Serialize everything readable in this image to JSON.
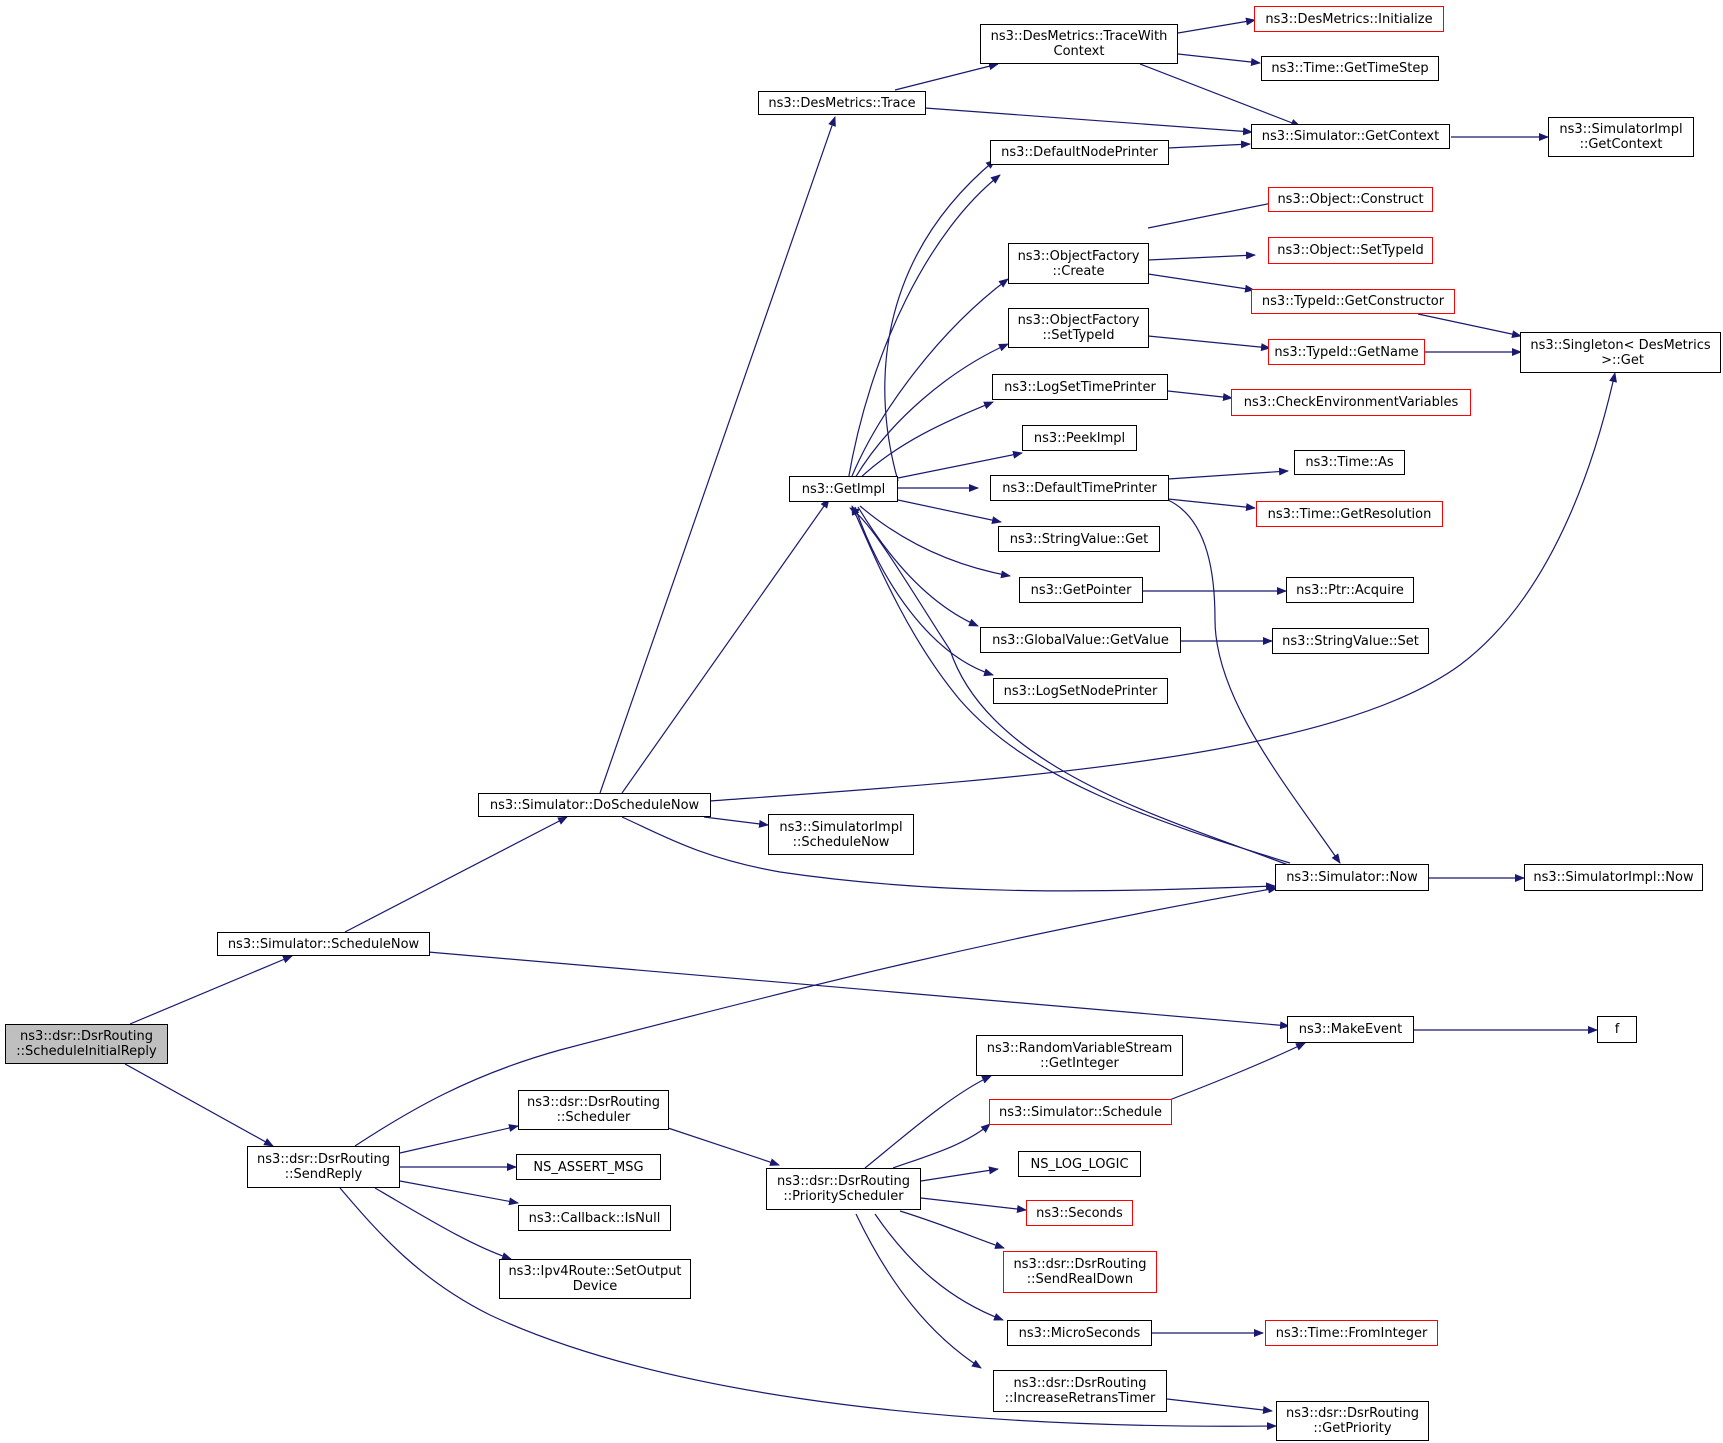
{
  "diagram": {
    "colors": {
      "edge": "#191970",
      "node_border": "#000000",
      "truncated_border": "#ff0000",
      "root_fill": "#bfbfbf"
    },
    "nodes": {
      "root": "ns3::dsr::DsrRouting\n::ScheduleInitialReply",
      "simScheduleNow": "ns3::Simulator::ScheduleNow",
      "sendReply": "ns3::dsr::DsrRouting\n::SendReply",
      "doScheduleNow": "ns3::Simulator::DoScheduleNow",
      "desTrace": "ns3::DesMetrics::Trace",
      "traceWithContext": "ns3::DesMetrics::TraceWith\nContext",
      "desInit": "ns3::DesMetrics::Initialize",
      "timeStep": "ns3::Time::GetTimeStep",
      "getContext": "ns3::Simulator::GetContext",
      "implGetContext": "ns3::SimulatorImpl\n::GetContext",
      "defNodePrinter": "ns3::DefaultNodePrinter",
      "objConstruct": "ns3::Object::Construct",
      "ofCreate": "ns3::ObjectFactory\n::Create",
      "objSetTypeId": "ns3::Object::SetTypeId",
      "getConstructor": "ns3::TypeId::GetConstructor",
      "ofSetTypeId": "ns3::ObjectFactory\n::SetTypeId",
      "singletonGet": "ns3::Singleton< DesMetrics\n >::Get",
      "getName": "ns3::TypeId::GetName",
      "logSetTime": "ns3::LogSetTimePrinter",
      "checkEnv": "ns3::CheckEnvironmentVariables",
      "peekImpl": "ns3::PeekImpl",
      "getImpl": "ns3::GetImpl",
      "defTimePrinter": "ns3::DefaultTimePrinter",
      "timeAs": "ns3::Time::As",
      "getResolution": "ns3::Time::GetResolution",
      "svGet": "ns3::StringValue::Get",
      "getPointer": "ns3::GetPointer",
      "ptrAcquire": "ns3::Ptr::Acquire",
      "gvGetValue": "ns3::GlobalValue::GetValue",
      "svSet": "ns3::StringValue::Set",
      "logSetNode": "ns3::LogSetNodePrinter",
      "implScheduleNow": "ns3::SimulatorImpl\n::ScheduleNow",
      "simNow": "ns3::Simulator::Now",
      "implNow": "ns3::SimulatorImpl::Now",
      "makeEvent": "ns3::MakeEvent",
      "f": "f",
      "rvsGetInteger": "ns3::RandomVariableStream\n::GetInteger",
      "dsrScheduler": "ns3::dsr::DsrRouting\n::Scheduler",
      "simSchedule": "ns3::Simulator::Schedule",
      "assertMsg": "NS_ASSERT_MSG",
      "logLogic": "NS_LOG_LOGIC",
      "prioSched": "ns3::dsr::DsrRouting\n::PriorityScheduler",
      "seconds": "ns3::Seconds",
      "isNull": "ns3::Callback::IsNull",
      "sendRealDown": "ns3::dsr::DsrRouting\n::SendRealDown",
      "ipv4SetOut": "ns3::Ipv4Route::SetOutput\nDevice",
      "microSeconds": "ns3::MicroSeconds",
      "fromInteger": "ns3::Time::FromInteger",
      "incRetrans": "ns3::dsr::DsrRouting\n::IncreaseRetransTimer",
      "getPriority": "ns3::dsr::DsrRouting\n::GetPriority"
    }
  }
}
